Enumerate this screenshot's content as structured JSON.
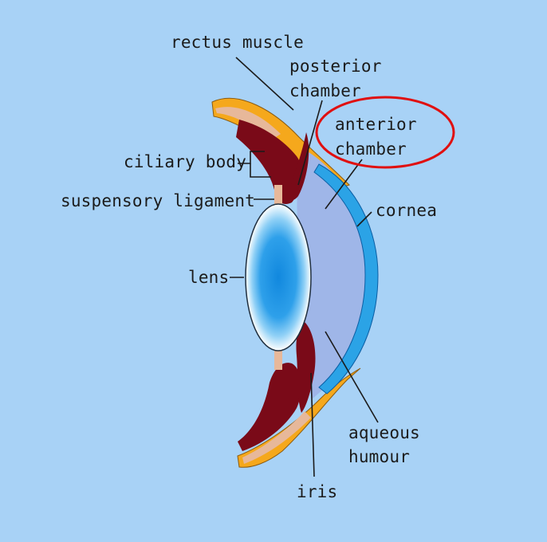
{
  "labels": {
    "rectus_muscle": "rectus muscle",
    "posterior_chamber_1": "posterior",
    "posterior_chamber_2": "chamber",
    "anterior_chamber_1": "anterior",
    "anterior_chamber_2": "chamber",
    "ciliary_body": "ciliary body",
    "suspensory_ligament": "suspensory ligament",
    "cornea": "cornea",
    "lens": "lens",
    "aqueous_humour_1": "aqueous",
    "aqueous_humour_2": "humour",
    "iris": "iris"
  },
  "highlight": {
    "target": "anterior chamber",
    "color": "#e01010"
  },
  "colors": {
    "background": "#a8d2f6",
    "sclera": "#f5a81c",
    "ciliary": "#7a0a18",
    "aqueous": "#9fb6e8",
    "cornea": "#2ba3e6",
    "lens_core": "#1a8fe0",
    "lens_edge": "#ffffff"
  }
}
